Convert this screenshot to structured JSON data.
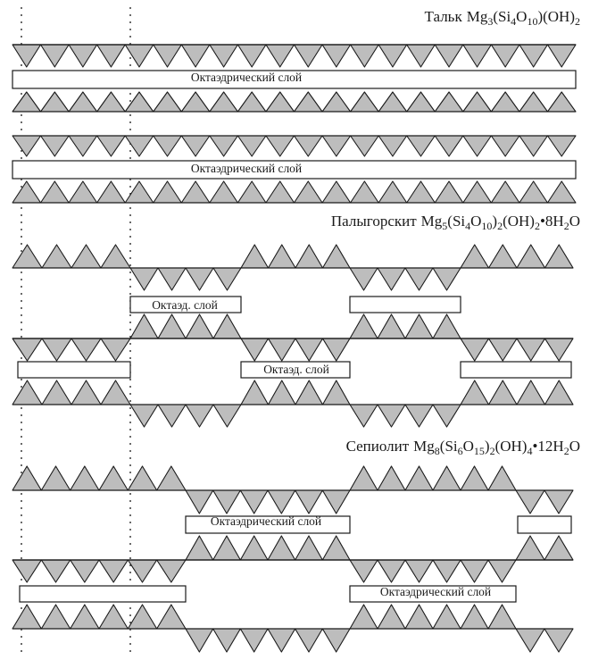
{
  "talc": {
    "name": "Тальк",
    "formula": [
      {
        "t": "Mg"
      },
      {
        "t": "3",
        "s": "sub"
      },
      {
        "t": "(Si"
      },
      {
        "t": "4",
        "s": "sub"
      },
      {
        "t": "O"
      },
      {
        "t": "10",
        "s": "sub"
      },
      {
        "t": ")(OH)"
      },
      {
        "t": "2",
        "s": "sub"
      }
    ],
    "layer_label": "Октаэдрический слой"
  },
  "palygorskite": {
    "name": "Палыгорскит",
    "formula": [
      {
        "t": "Mg"
      },
      {
        "t": "5",
        "s": "sub"
      },
      {
        "t": "(Si"
      },
      {
        "t": "4",
        "s": "sub"
      },
      {
        "t": "O"
      },
      {
        "t": "10",
        "s": "sub"
      },
      {
        "t": ")"
      },
      {
        "t": "2",
        "s": "sub"
      },
      {
        "t": "(OH)"
      },
      {
        "t": "2",
        "s": "sub"
      },
      {
        "t": "•8H"
      },
      {
        "t": "2",
        "s": "sub"
      },
      {
        "t": "O"
      }
    ],
    "layer_label": "Октаэд. слой"
  },
  "sepiolite": {
    "name": "Сепиолит",
    "formula": [
      {
        "t": "Mg"
      },
      {
        "t": "8",
        "s": "sub"
      },
      {
        "t": "(Si"
      },
      {
        "t": "6",
        "s": "sub"
      },
      {
        "t": "O"
      },
      {
        "t": "15",
        "s": "sub"
      },
      {
        "t": ")"
      },
      {
        "t": "2",
        "s": "sub"
      },
      {
        "t": "(OH)"
      },
      {
        "t": "4",
        "s": "sub"
      },
      {
        "t": "•12H"
      },
      {
        "t": "2",
        "s": "sub"
      },
      {
        "t": "O"
      }
    ],
    "layer_label": "Октаэдрический слой"
  },
  "colors": {
    "tetrahedron_fill": "#bdbdbd",
    "line": "#1a1a1a"
  }
}
